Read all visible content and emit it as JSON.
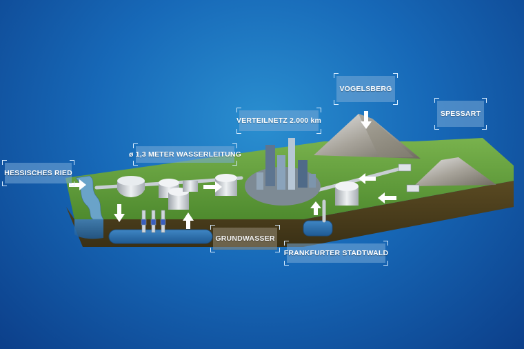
{
  "labels": {
    "hessisches_ried": "HESSISCHES RIED",
    "wasserleitung": "ø 1,3 METER WASSERLEITUNG",
    "verteilnetz": "VERTEILNETZ 2.000 km",
    "vogelsberg": "VOGELSBERG",
    "spessart": "SPESSART",
    "grundwasser": "GRUNDWASSER",
    "stadtwald": "FRANKFURTER STADTWALD"
  },
  "colors": {
    "background": "#1769b8",
    "grass": "#5c9a3a",
    "soil": "#4a3e1c",
    "groundwater": "#2b6fa8",
    "label_fill": "#78aad7"
  }
}
